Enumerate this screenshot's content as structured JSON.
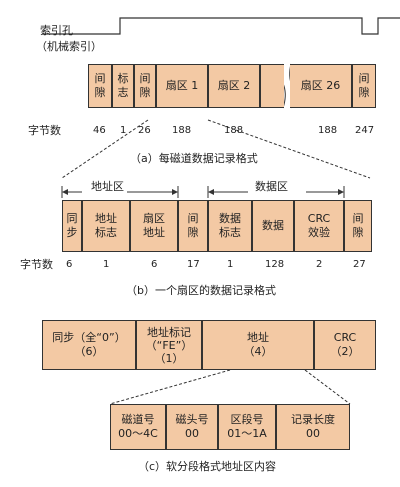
{
  "index_hole": {
    "label": "索引孔",
    "sublabel": "（机械索引）"
  },
  "track_format": {
    "caption": "（a）每磁道数据记录格式",
    "bytes_label": "字节数",
    "cells": [
      {
        "label": "间隙",
        "bytes": "46"
      },
      {
        "label": "标志",
        "bytes": "1"
      },
      {
        "label": "间隙",
        "bytes": "26"
      },
      {
        "label": "扇区 1",
        "bytes": "188"
      },
      {
        "label": "扇区 2",
        "bytes": "188"
      },
      {
        "label": "扇区 26",
        "bytes": "188"
      },
      {
        "label": "间隙",
        "bytes": "247"
      }
    ]
  },
  "sector_format": {
    "caption": "（b）一个扇区的数据记录格式",
    "bytes_label": "字节数",
    "address_area": "地址区",
    "data_area": "数据区",
    "cells": [
      {
        "line1": "同",
        "line2": "步",
        "bytes": "6"
      },
      {
        "line1": "地址",
        "line2": "标志",
        "bytes": "1"
      },
      {
        "line1": "扇区",
        "line2": "地址",
        "bytes": "6"
      },
      {
        "line1": "间",
        "line2": "隙",
        "bytes": "17"
      },
      {
        "line1": "数据",
        "line2": "标志",
        "bytes": "1"
      },
      {
        "line1": "数据",
        "line2": "",
        "bytes": "128"
      },
      {
        "line1": "CRC",
        "line2": "效验",
        "bytes": "2"
      },
      {
        "line1": "间",
        "line2": "隙",
        "bytes": "27"
      }
    ]
  },
  "soft_sector": {
    "caption": "（c）软分段格式地址区内容",
    "top": [
      {
        "line1": "同步（全“0”）",
        "line2": "（6）"
      },
      {
        "line1": "地址标记",
        "line2": "（“FE”）",
        "line3": "（1）"
      },
      {
        "line1": "地址",
        "line2": "（4）"
      },
      {
        "line1": "CRC",
        "line2": "（2）"
      }
    ],
    "bottom": [
      {
        "line1": "磁道号",
        "line2": "00～4C"
      },
      {
        "line1": "磁头号",
        "line2": "00"
      },
      {
        "line1": "区段号",
        "line2": "01～1A"
      },
      {
        "line1": "记录长度",
        "line2": "00"
      }
    ]
  },
  "colors": {
    "cell_fill": "#f3c9a4",
    "stroke": "#333333"
  }
}
